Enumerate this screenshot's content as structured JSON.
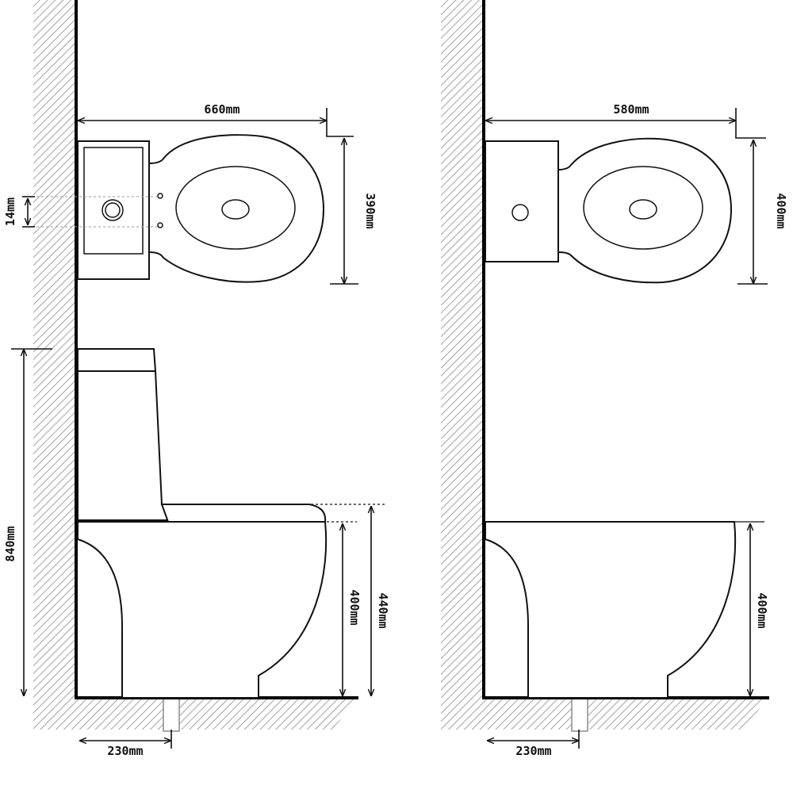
{
  "diagram": {
    "colors": {
      "line": "#111111",
      "hatch": "#8c8c8c",
      "background": "#ffffff"
    },
    "left_toilet": {
      "labels": {
        "top_width": "660mm",
        "top_depth": "390mm",
        "outlet_offset": "14mm",
        "total_height": "840mm",
        "seat_height_400": "400mm",
        "seat_height_440": "440mm",
        "drain_distance": "230mm"
      }
    },
    "right_toilet": {
      "labels": {
        "top_width": "580mm",
        "top_depth": "400mm",
        "seat_height_400": "400mm",
        "drain_distance": "230mm"
      }
    }
  }
}
